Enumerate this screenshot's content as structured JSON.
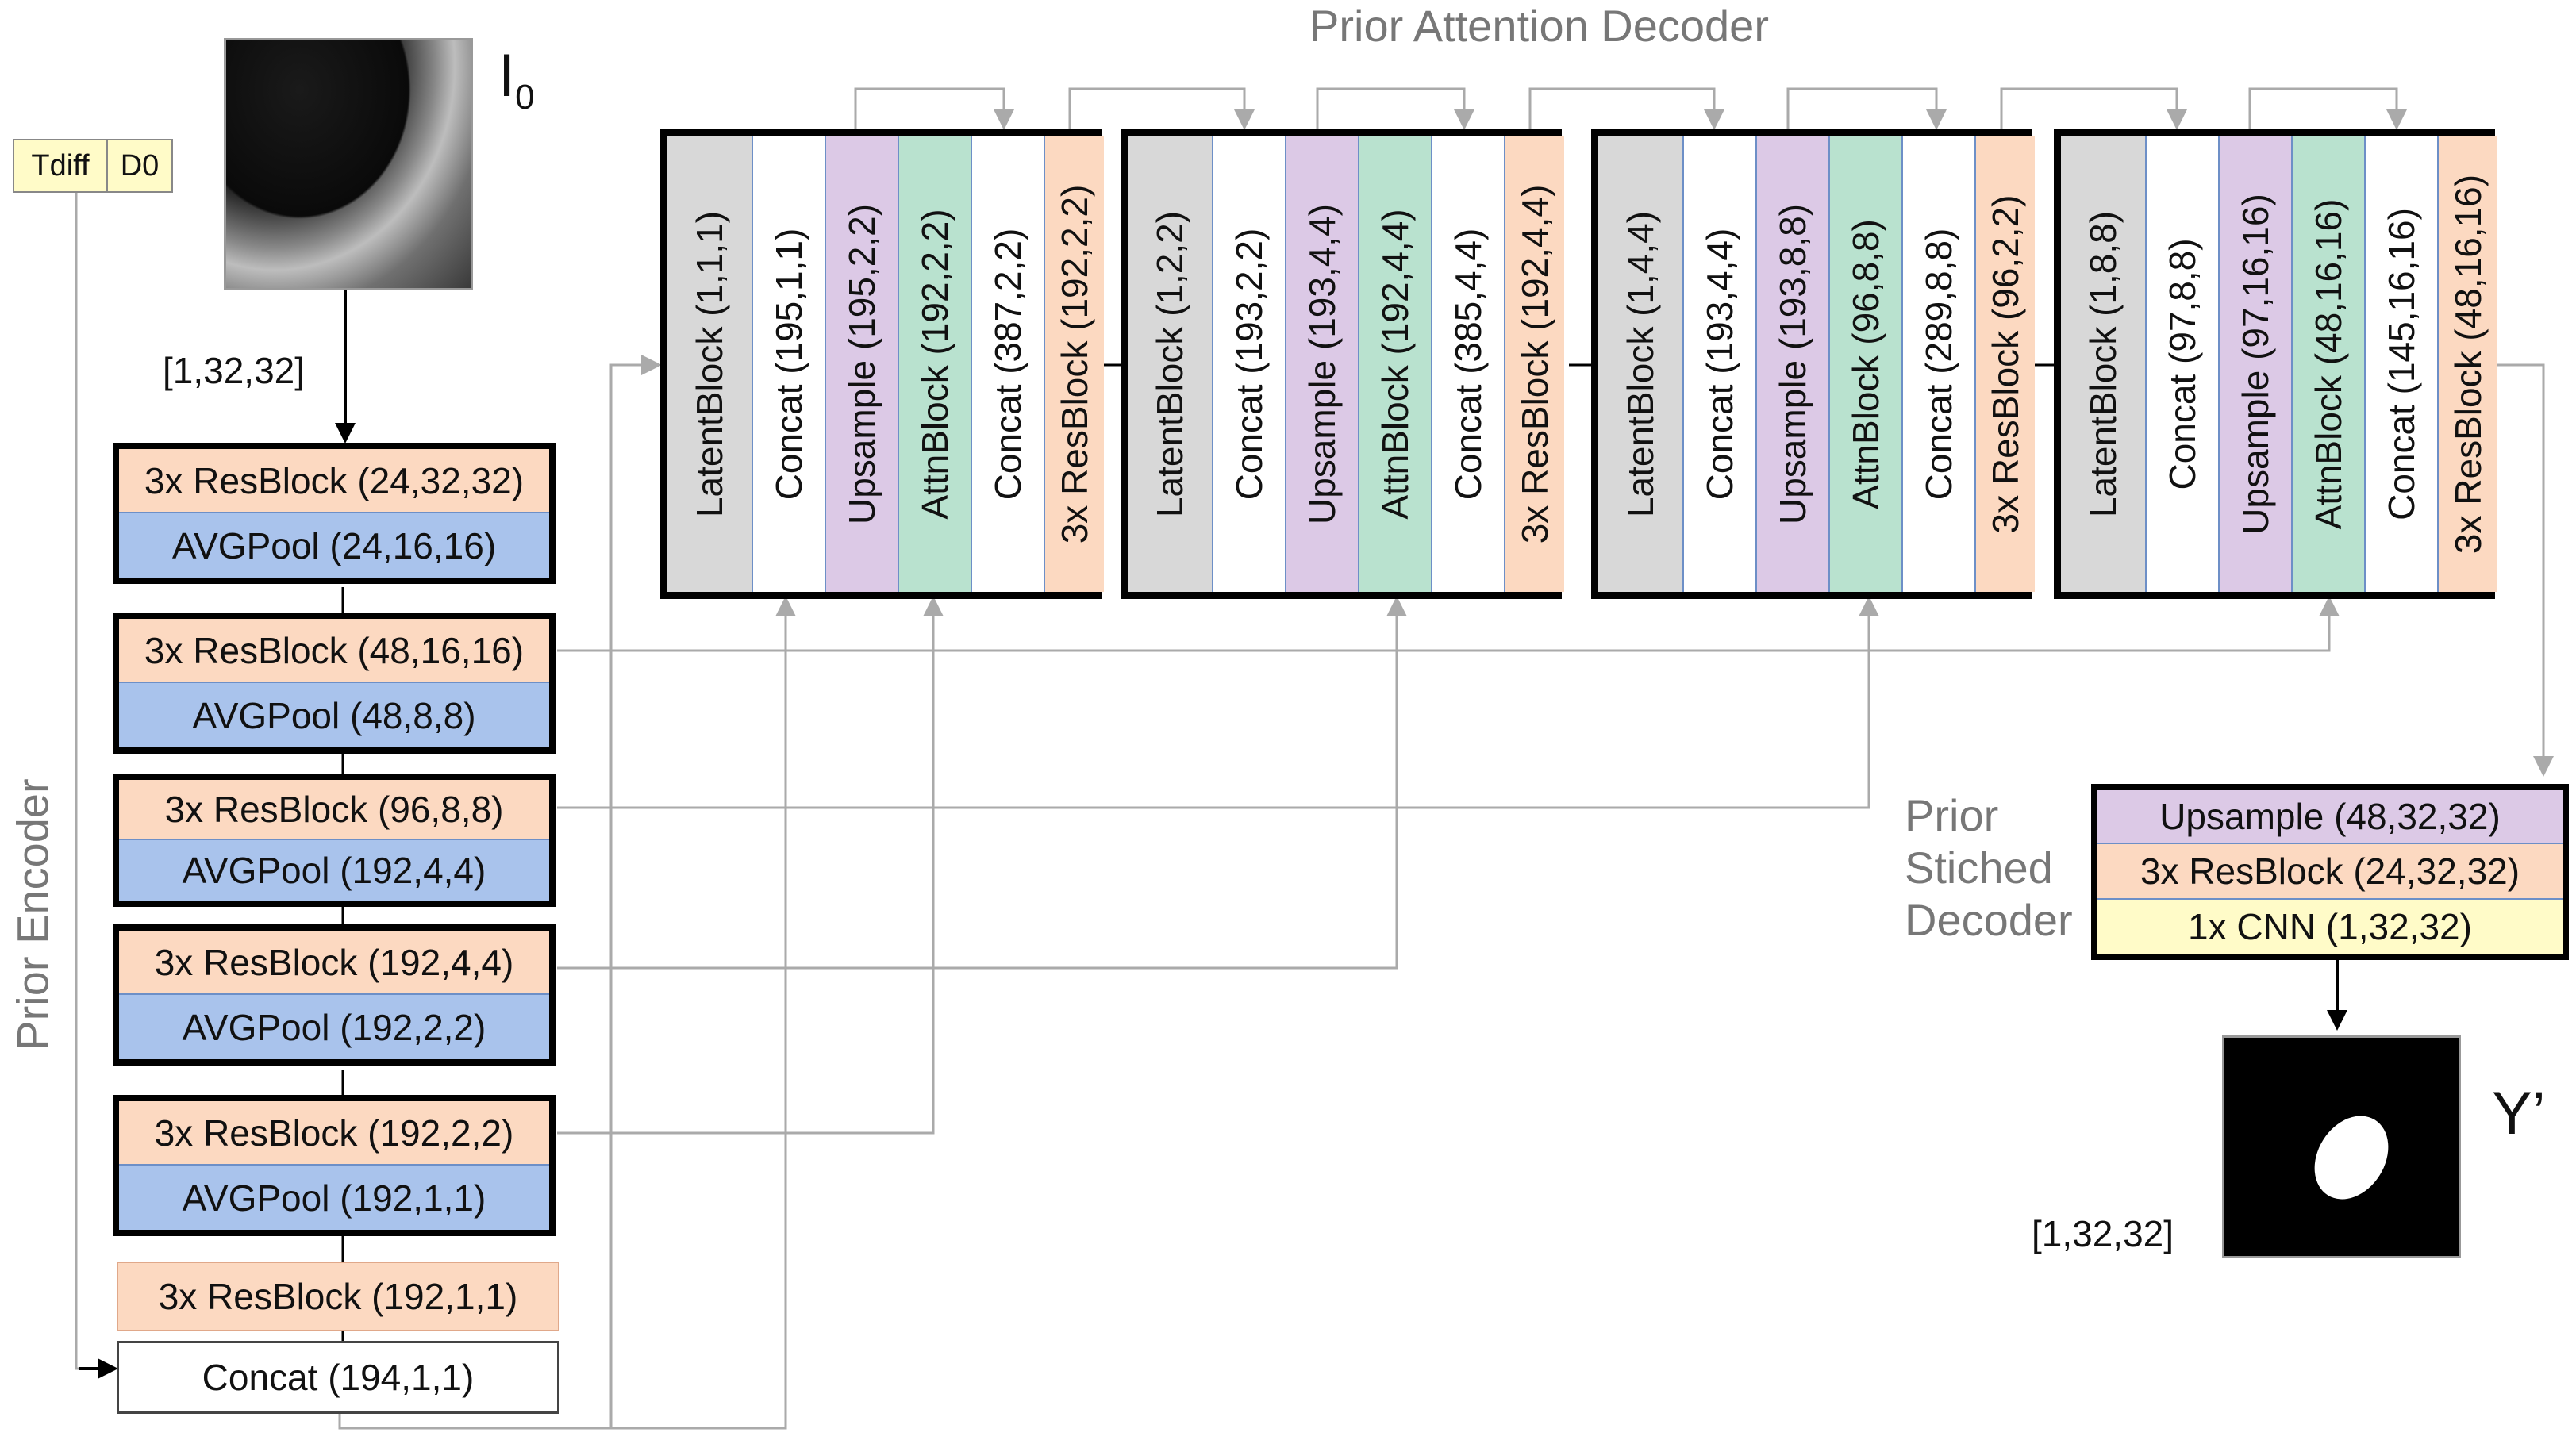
{
  "title": "Prior Attention Decoder",
  "encoder_label": "Prior Encoder",
  "stiched_label": [
    "Prior",
    "Stiched",
    "Decoder"
  ],
  "input_label": "I",
  "input_sub": "0",
  "output_label": "Y’",
  "input_shape": "[1,32,32]",
  "output_shape": "[1,32,32]",
  "side_inputs": [
    "Tdiff",
    "D0"
  ],
  "encoder": [
    {
      "res": "3x ResBlock (24,32,32)",
      "pool": "AVGPool (24,16,16)"
    },
    {
      "res": "3x ResBlock (48,16,16)",
      "pool": "AVGPool (48,8,8)"
    },
    {
      "res": "3x ResBlock (96,8,8)",
      "pool": "AVGPool (192,4,4)"
    },
    {
      "res": "3x ResBlock (192,4,4)",
      "pool": "AVGPool (192,2,2)"
    },
    {
      "res": "3x ResBlock (192,2,2)",
      "pool": "AVGPool (192,1,1)"
    }
  ],
  "encoder_bottom": {
    "res": "3x ResBlock (192,1,1)",
    "concat": "Concat (194,1,1)"
  },
  "decoder_blocks": [
    [
      "LatentBlock (1,1,1)",
      "Concat (195,1,1)",
      "Upsample (195,2,2)",
      "AttnBlock (192,2,2)",
      "Concat (387,2,2)",
      "3x ResBlock (192,2,2)"
    ],
    [
      "LatentBlock (1,2,2)",
      "Concat (193,2,2)",
      "Upsample (193,4,4)",
      "AttnBlock (192,4,4)",
      "Concat (385,4,4)",
      "3x ResBlock (192,4,4)"
    ],
    [
      "LatentBlock (1,4,4)",
      "Concat (193,4,4)",
      "Upsample (193,8,8)",
      "AttnBlock (96,8,8)",
      "Concat (289,8,8)",
      "3x ResBlock (96,2,2)"
    ],
    [
      "LatentBlock (1,8,8)",
      "Concat (97,8,8)",
      "Upsample (97,16,16)",
      "AttnBlock (48,16,16)",
      "Concat (145,16,16)",
      "3x ResBlock (48,16,16)"
    ]
  ],
  "stiched_decoder": [
    "Upsample (48,32,32)",
    "3x ResBlock (24,32,32)",
    "1x CNN (1,32,32)"
  ]
}
